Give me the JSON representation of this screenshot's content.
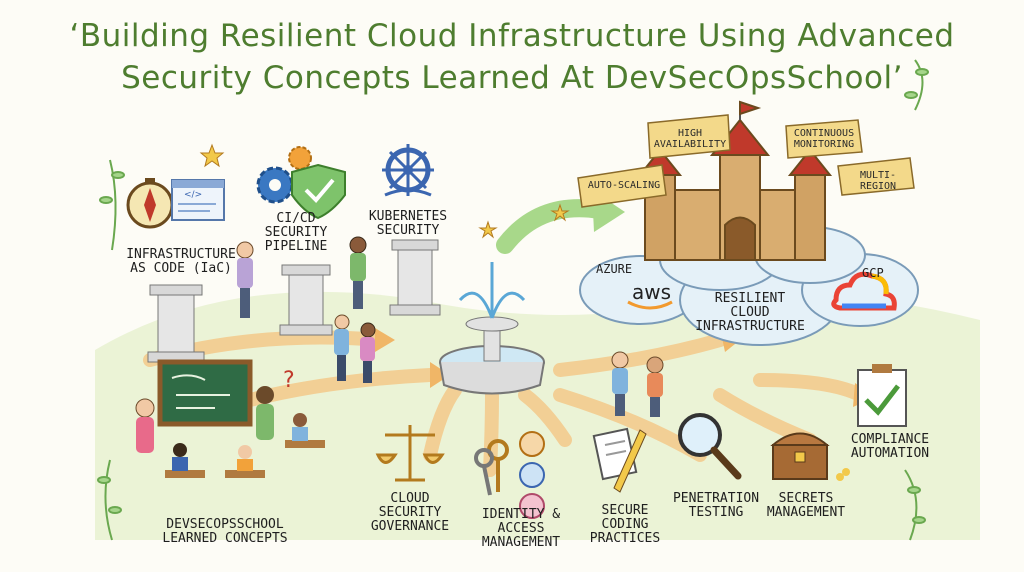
{
  "title": {
    "line1": "‘Building Resilient Cloud Infrastructure Using Advanced",
    "line2": "Security Concepts Learned At DevSecOpsSchool’"
  },
  "labels": {
    "iac": "INFRASTRUCTURE\nAS CODE (IaC)",
    "cicd": "CI/CD\nSECURITY\nPIPELINE",
    "kubernetes": "KUBERNETES\nSECURITY",
    "learned": "DEVSECOPSSCHOOL\nLEARNED CONCEPTS",
    "governance": "CLOUD\nSECURITY\nGOVERNANCE",
    "iam": "IDENTITY &\nACCESS\nMANAGEMENT",
    "coding": "SECURE\nCODING\nPRACTICES",
    "pentest": "PENETRATION\nTESTING",
    "secrets": "SECRETS\nMANAGEMENT",
    "compliance": "COMPLIANCE\nAUTOMATION",
    "resilient": "RESILIENT\nCLOUD\nINFRASTRUCTURE"
  },
  "banners": {
    "high_availability": "HIGH\nAVAILABILITY",
    "continuous_monitoring": "CONTINUOUS\nMONITORING",
    "auto_scaling": "AUTO-SCALING",
    "multi_region": "MULTI-REGION"
  },
  "clouds": {
    "azure": "AZURE",
    "aws": "aws",
    "gcp": "GCP"
  },
  "code_snippet": "</>",
  "question_mark": "?",
  "colors": {
    "title": "#4e7d2f",
    "arrow": "#f4c98a",
    "green_arrow": "#a8d88a",
    "cloud": "#e5f1f8",
    "castle": "#d6a86a",
    "banner": "#f3d98a"
  }
}
